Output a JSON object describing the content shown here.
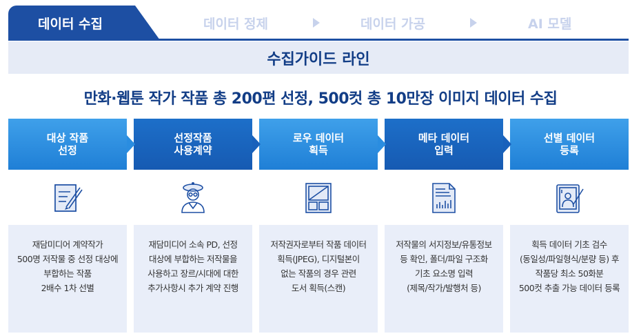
{
  "tabs": {
    "active": "데이터 수집",
    "items": [
      "데이터 정제",
      "데이터 가공",
      "AI 모델"
    ]
  },
  "guide_title": "수집가이드 라인",
  "headline": "만화·웹툰 작가 작품 총 200편 선정, 500컷 총 10만장 이미지 데이터 수집",
  "steps": [
    {
      "title_lines": [
        "대상 작품",
        "선정"
      ],
      "icon": "document-pen-icon",
      "desc": [
        "재담미디어 계약작가",
        "500명 저작물 중 선정 대상에",
        "부합하는 작품",
        "2배수 1차 선별"
      ]
    },
    {
      "title_lines": [
        "선정작품",
        "사용계약"
      ],
      "icon": "artist-person-icon",
      "desc": [
        "재담미디어 소속 PD, 선정",
        "대상에 부합하는 저작물을",
        "사용하고 장르/시대에 대한",
        "추가사항시 추가 계약 진행"
      ]
    },
    {
      "title_lines": [
        "로우 데이터",
        "획득"
      ],
      "icon": "comic-panel-icon",
      "desc": [
        "저작권자로부터 작품 데이터",
        "획득(JPEG), 디지털본이",
        "없는 작품의 경우 관련",
        "도서 획득(스캔)"
      ]
    },
    {
      "title_lines": [
        "메타 데이터",
        "입력"
      ],
      "icon": "report-chart-icon",
      "desc": [
        "저작물의 서지정보/유통정보",
        "등 확인, 폴더/파일 구조화",
        "기초 요소명 입력",
        "(제목/작가/발행처 등)"
      ]
    },
    {
      "title_lines": [
        "선별 데이터",
        "등록"
      ],
      "icon": "tablet-drawing-icon",
      "desc": [
        "획득 데이터 기초 검수",
        "(동일성/파일형식/분량 등) 후",
        "작품당 최소 50화분",
        "500컷 추출 가능 데이터 등록"
      ]
    }
  ]
}
